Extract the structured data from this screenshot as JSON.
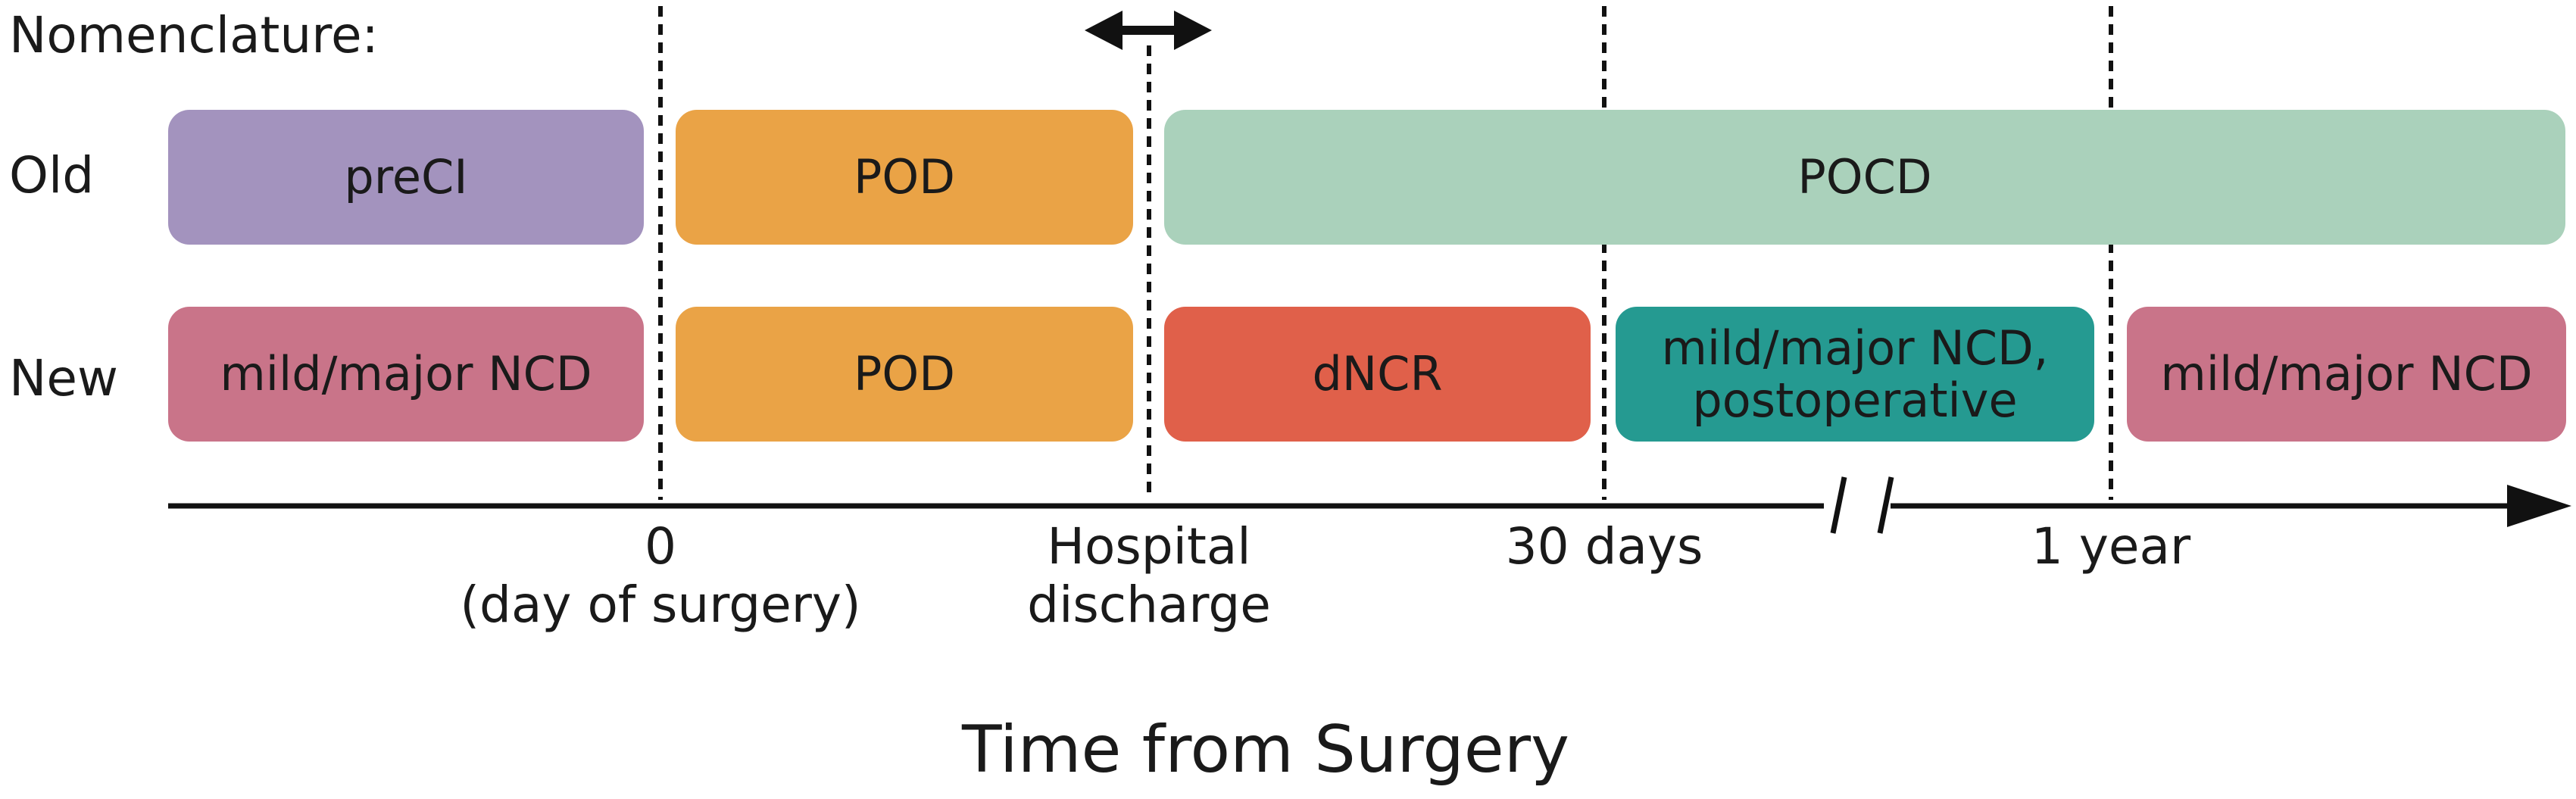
{
  "heading": "Nomenclature:",
  "rows": {
    "old": "Old",
    "new": "New"
  },
  "boxes": {
    "old": {
      "preci": {
        "label": "preCI",
        "color": "#a393be"
      },
      "pod": {
        "label": "POD",
        "color": "#eaa346"
      },
      "pocd": {
        "label": "POCD",
        "color": "#aad1bb"
      }
    },
    "new": {
      "ncd_pre": {
        "label": "mild/major NCD",
        "color": "#c97489"
      },
      "pod": {
        "label": "POD",
        "color": "#eaa346"
      },
      "dncr": {
        "label": "dNCR",
        "color": "#e0604a"
      },
      "ncd_postop_line1": "mild/major NCD,",
      "ncd_postop_line2": "postoperative",
      "ncd_postop_color": "#259a91",
      "ncd_post": {
        "label": "mild/major NCD",
        "color": "#c97489"
      }
    }
  },
  "ticks": {
    "day0": "0",
    "day0_sub": "(day of surgery)",
    "discharge": "Hospital",
    "discharge_sub": "discharge",
    "days30": "30 days",
    "year1": "1 year"
  },
  "axis_title": "Time from Surgery"
}
